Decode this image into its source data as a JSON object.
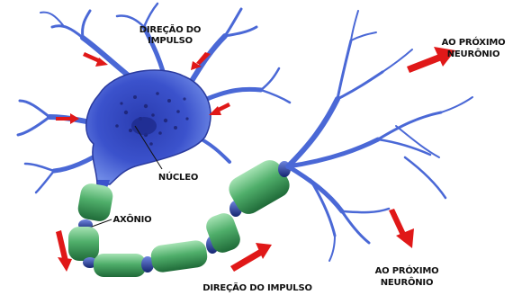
{
  "labels": {
    "impulse_top_line1": "DIREÇÃO DO",
    "impulse_top_line2": "IMPULSO",
    "nucleus": "NÚCLEO",
    "axon": "AXÔNIO",
    "impulse_bottom": "DIREÇÃO DO IMPULSO",
    "next_neuron_top_line1": "AO PRÓXIMO",
    "next_neuron_top_line2": "NEURÔNIO",
    "next_neuron_bottom_line1": "AO PRÓXIMO",
    "next_neuron_bottom_line2": "NEURÔNIO"
  },
  "colors": {
    "cell_body": "#3a4fc8",
    "dendrite": "#4a68d6",
    "myelin": "#4fae6a",
    "node": "#1a2f8a",
    "arrow": "#e01818"
  }
}
